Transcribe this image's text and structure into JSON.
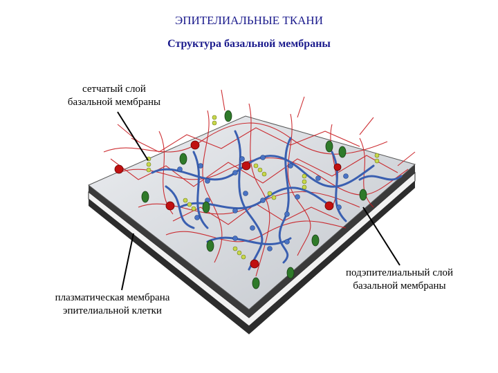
{
  "title": "ЭПИТЕЛИАЛЬНЫЕ ТКАНИ",
  "subtitle": "Структура базальной мембраны",
  "labels": {
    "reticular_layer": [
      "сетчатый слой",
      "базальной мембраны"
    ],
    "plasma_membrane": [
      "плазматическая мембрана",
      "эпителиальной клетки"
    ],
    "subepithelial_layer": [
      "подэпителиальный слой",
      "базальной мембраны"
    ]
  },
  "colors": {
    "title": "#1a1a8c",
    "slab_top": "#d4d7dc",
    "slab_edge": "#3a3a3a",
    "fiber_red": "#c8191e",
    "fiber_blue": "#3a5fb0",
    "node_green": "#2f7a2a",
    "node_yellow": "#c8d84a",
    "dot_red": "#c01010"
  }
}
